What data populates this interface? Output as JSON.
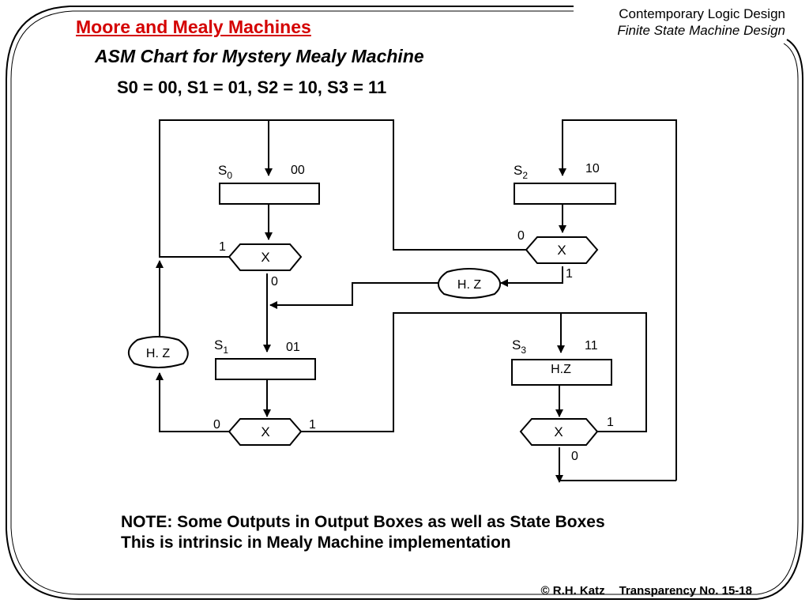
{
  "header": {
    "slide_title": "Moore and Mealy Machines",
    "course_title": "Contemporary Logic Design",
    "course_subtitle": "Finite State Machine Design"
  },
  "main": {
    "heading": "ASM Chart for Mystery Mealy Machine",
    "encoding": "S0 = 00, S1 = 01, S2 = 10, S3 = 11"
  },
  "diagram": {
    "states": {
      "s0": {
        "letter": "S",
        "index": "0",
        "code": "00",
        "output": ""
      },
      "s1": {
        "letter": "S",
        "index": "1",
        "code": "01",
        "output": ""
      },
      "s2": {
        "letter": "S",
        "index": "2",
        "code": "10",
        "output": ""
      },
      "s3": {
        "letter": "S",
        "index": "3",
        "code": "11",
        "output": "H.Z"
      }
    },
    "decisions": {
      "s0": {
        "label": "X",
        "true_branch": "1",
        "false_branch": "0"
      },
      "s1": {
        "label": "X",
        "true_branch": "1",
        "false_branch": "0"
      },
      "s2": {
        "label": "X",
        "true_branch": "1",
        "false_branch": "0"
      },
      "s3": {
        "label": "X",
        "true_branch": "1",
        "false_branch": "0"
      }
    },
    "conditional_outputs": {
      "left": "H. Z",
      "middle": "H. Z"
    }
  },
  "footer": {
    "note_line1": "NOTE: Some Outputs in Output Boxes as well as State Boxes",
    "note_line2": "This is intrinsic in Mealy Machine implementation",
    "copyright": "© R.H. Katz",
    "transparency": "Transparency No. 15-18"
  }
}
